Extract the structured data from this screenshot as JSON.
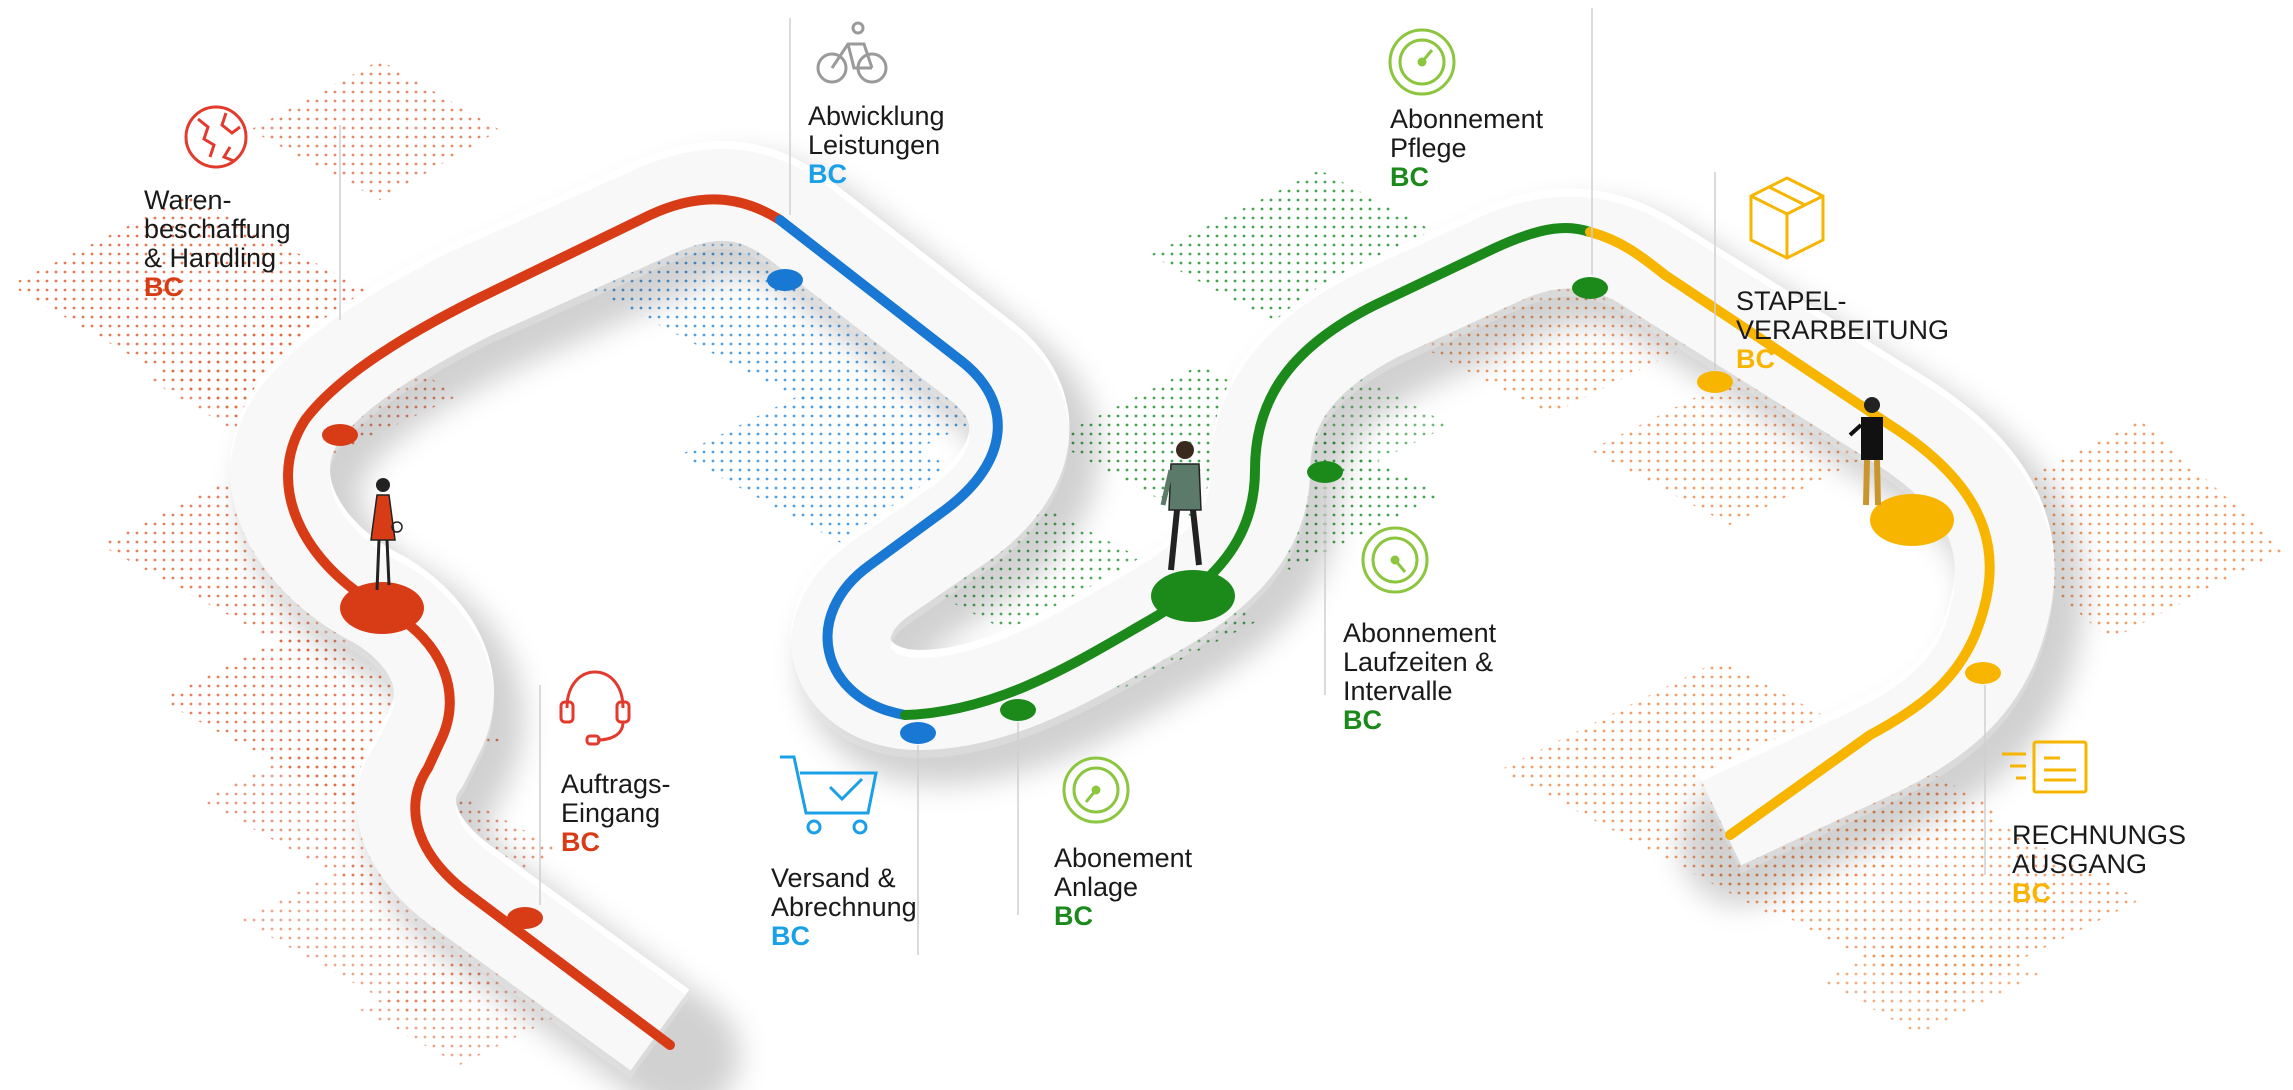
{
  "colors": {
    "red": "#d83c16",
    "blue": "#1878d4",
    "green": "#1b8a1b",
    "yellow": "#f7b500",
    "path": "#ffffff",
    "icon_green": "#8cc63f",
    "icon_blue": "#1aa0e6",
    "icon_grey": "#9a9a9a"
  },
  "stages": [
    {
      "id": "warenbeschaffung",
      "lines": [
        "Waren-",
        "beschaffung",
        "& Handling"
      ],
      "tag": "BC",
      "tag_color": "#d83c16",
      "icon": "globe-icon"
    },
    {
      "id": "abwicklung",
      "lines": [
        "Abwicklung",
        "Leistungen"
      ],
      "tag": "BC",
      "tag_color": "#1aa0e6",
      "icon": "bicycle-icon"
    },
    {
      "id": "abo-pflege",
      "lines": [
        "Abonnement",
        "Pflege"
      ],
      "tag": "BC",
      "tag_color": "#1b8a1b",
      "icon": "gauge-icon"
    },
    {
      "id": "stapel",
      "lines": [
        "STAPEL-",
        "VERARBEITUNG"
      ],
      "tag": "BC",
      "tag_color": "#f7b500",
      "icon": "box-icon"
    },
    {
      "id": "auftrag",
      "lines": [
        "Auftrags-",
        "Eingang"
      ],
      "tag": "BC",
      "tag_color": "#d83c16",
      "icon": "headset-icon"
    },
    {
      "id": "versand",
      "lines": [
        "Versand &",
        "Abrechnung"
      ],
      "tag": "BC",
      "tag_color": "#1aa0e6",
      "icon": "cart-icon"
    },
    {
      "id": "abo-anlage",
      "lines": [
        "Abonement",
        "Anlage"
      ],
      "tag": "BC",
      "tag_color": "#1b8a1b",
      "icon": "gauge-icon"
    },
    {
      "id": "abo-laufzeiten",
      "lines": [
        "Abonnement",
        "Laufzeiten &",
        "Intervalle"
      ],
      "tag": "BC",
      "tag_color": "#1b8a1b",
      "icon": "gauge-icon"
    },
    {
      "id": "rechnung",
      "lines": [
        "RECHNUNGS",
        "AUSGANG"
      ],
      "tag": "BC",
      "tag_color": "#f7b500",
      "icon": "invoice-icon"
    }
  ]
}
